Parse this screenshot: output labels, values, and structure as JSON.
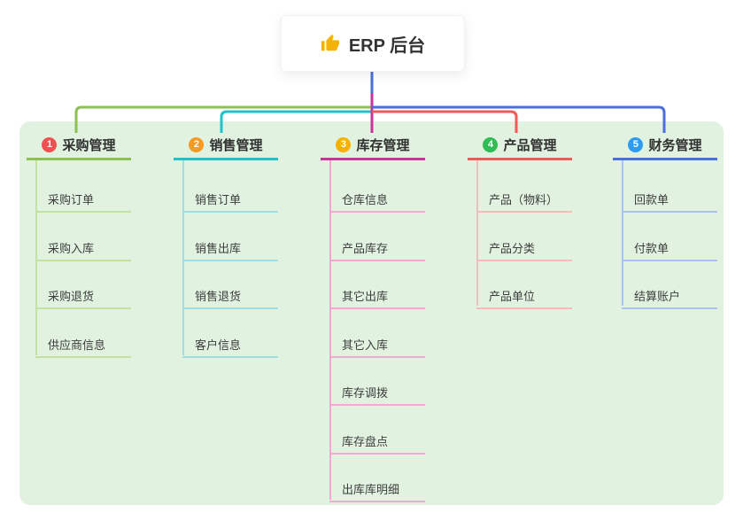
{
  "root": {
    "label": "ERP 后台",
    "icon": "thumbs-up-icon",
    "icon_color": "#f5b301"
  },
  "colors": {
    "canvas_bg": "#ffffff",
    "panel_bg": "#e1f3e0",
    "stem": "#4a6fdc",
    "header_text": "#2f2f2f",
    "child_text": "#3d3d3d"
  },
  "branches": [
    {
      "id": "purchase",
      "badge": "1",
      "label": "采购管理",
      "badge_color": "#f05050",
      "line_color": "#8cc152",
      "child_line_color": "#c3e2a2",
      "children": [
        "采购订单",
        "采购入库",
        "采购退货",
        "供应商信息"
      ]
    },
    {
      "id": "sales",
      "badge": "2",
      "label": "销售管理",
      "badge_color": "#f59a23",
      "line_color": "#21c3cb",
      "child_line_color": "#9edfe2",
      "children": [
        "销售订单",
        "销售出库",
        "销售退货",
        "客户信息"
      ]
    },
    {
      "id": "inventory",
      "badge": "3",
      "label": "库存管理",
      "badge_color": "#f7b100",
      "line_color": "#cc3399",
      "child_line_color": "#f0a9d2",
      "children": [
        "仓库信息",
        "产品库存",
        "其它出库",
        "其它入库",
        "库存调拨",
        "库存盘点",
        "出库库明细"
      ]
    },
    {
      "id": "product",
      "badge": "4",
      "label": "产品管理",
      "badge_color": "#2fbd55",
      "line_color": "#ef5b5b",
      "child_line_color": "#f6bcbc",
      "children": [
        "产品（物料）",
        "产品分类",
        "产品单位"
      ]
    },
    {
      "id": "finance",
      "badge": "5",
      "label": "财务管理",
      "badge_color": "#2d9cf4",
      "line_color": "#4a6fdc",
      "child_line_color": "#abc1ee",
      "children": [
        "回款单",
        "付款单",
        "结算账户"
      ]
    }
  ]
}
